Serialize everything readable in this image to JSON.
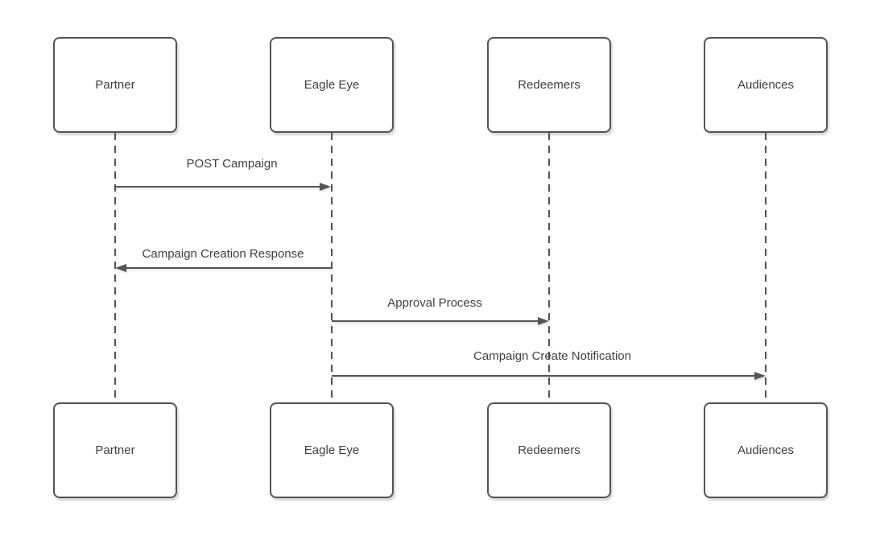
{
  "diagram": {
    "type": "sequence-diagram",
    "background_color": "#ffffff",
    "colors": {
      "stroke": "#545454",
      "text": "#404040"
    },
    "actors": [
      {
        "name": "Partner"
      },
      {
        "name": "Eagle Eye"
      },
      {
        "name": "Redeemers"
      },
      {
        "name": "Audiences"
      }
    ],
    "messages": [
      {
        "label": "POST Campaign",
        "from": "Partner",
        "to": "Eagle Eye",
        "direction": "right"
      },
      {
        "label": "Campaign Creation Response",
        "from": "Eagle Eye",
        "to": "Partner",
        "direction": "left"
      },
      {
        "label": "Approval Process",
        "from": "Eagle Eye",
        "to": "Redeemers",
        "direction": "right"
      },
      {
        "label": "Campaign Create Notification",
        "from": "Eagle Eye",
        "to": "Audiences",
        "direction": "right"
      }
    ]
  }
}
